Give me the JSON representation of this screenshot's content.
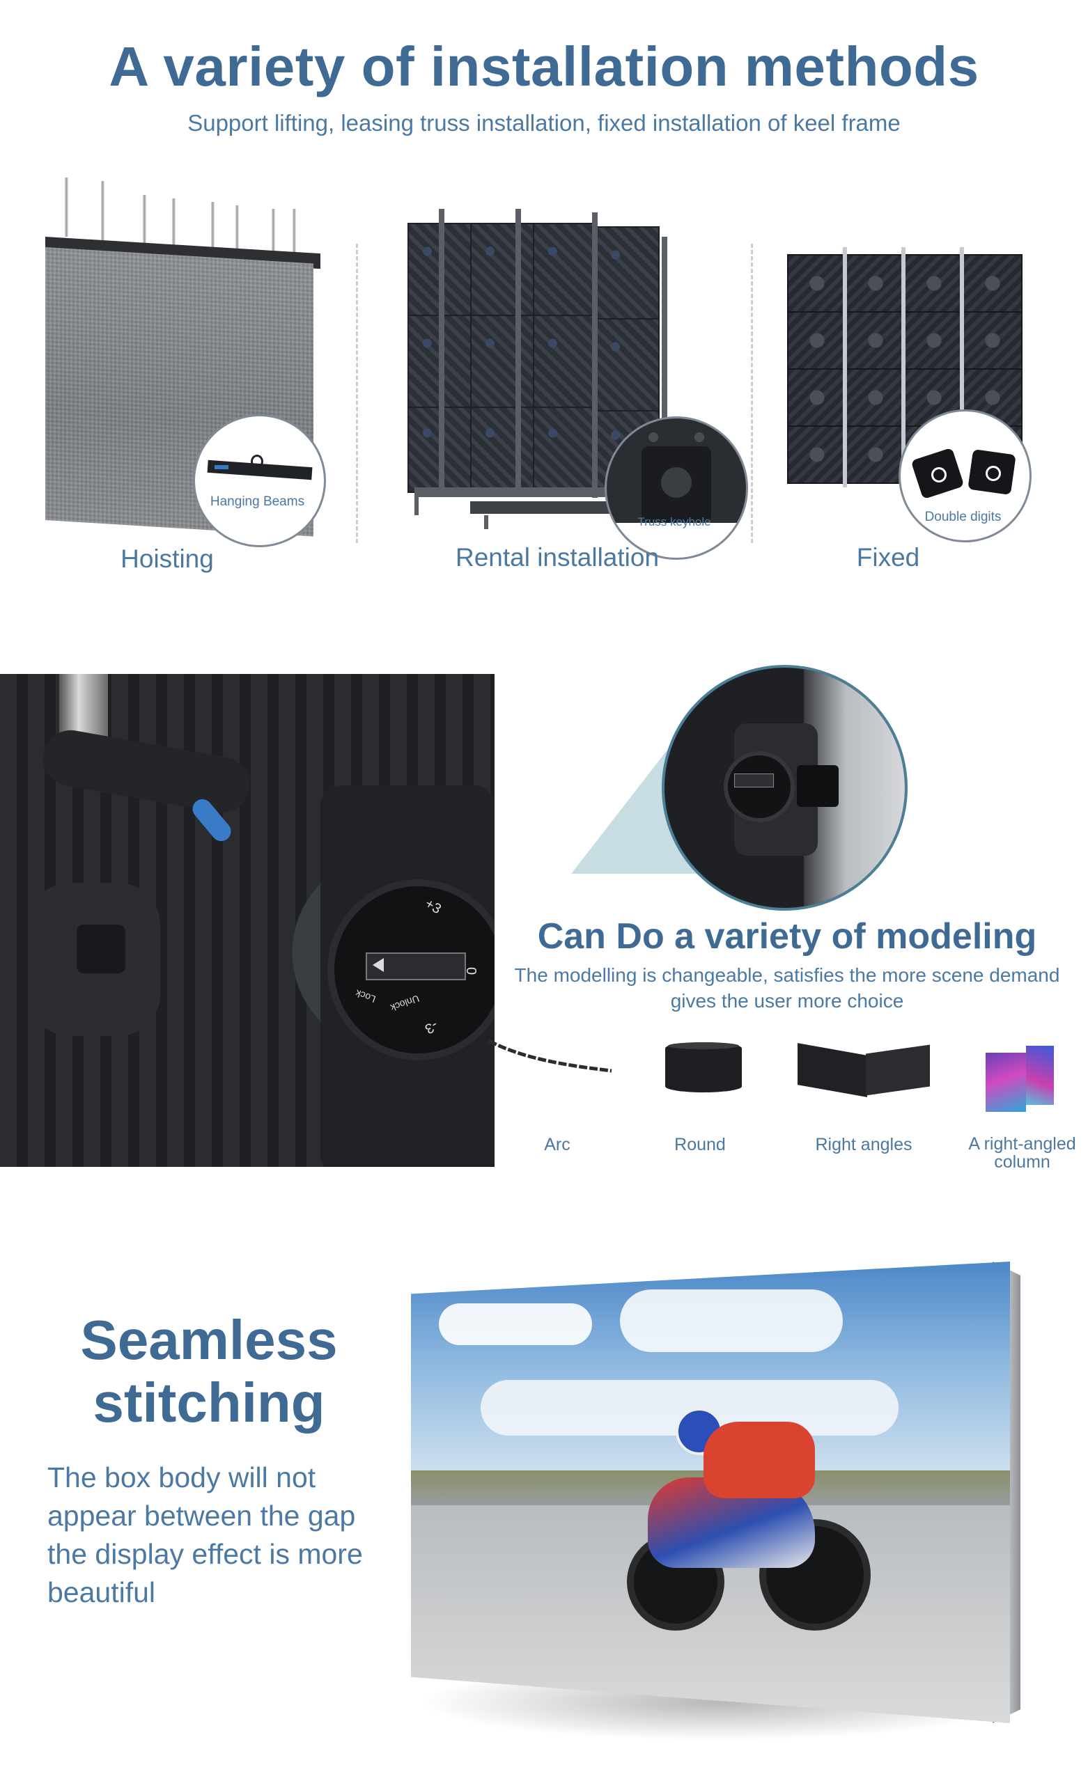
{
  "header": {
    "title": "A variety of installation methods",
    "subtitle": "Support lifting, leasing truss installation, fixed installation of keel frame"
  },
  "installation": [
    {
      "caption": "Hoisting",
      "inset_label": "Hanging Beams"
    },
    {
      "caption": "Rental installation",
      "inset_label": "Truss keyhole"
    },
    {
      "caption": "Fixed",
      "inset_label": "Double digits"
    }
  ],
  "lock": {
    "positive_mark": "+3",
    "zero_mark": "0",
    "negative_mark": "-3",
    "unlock_text": "Unlock",
    "lock_text": "Lock"
  },
  "modeling": {
    "title": "Can Do a variety of modeling",
    "subtitle_line1": "The modelling is changeable, satisfies the more scene demand",
    "subtitle_line2": "gives the user more choice",
    "shapes": [
      {
        "label": "Arc"
      },
      {
        "label": "Round"
      },
      {
        "label": "Right angles"
      },
      {
        "label": "A right-angled column"
      }
    ]
  },
  "seamless": {
    "title_line1": "Seamless",
    "title_line2": "stitching",
    "body_lines": [
      "The box body will not",
      "appear between the gap",
      "the display effect is more",
      "beautiful"
    ]
  },
  "colors": {
    "heading": "#3e6a93",
    "text": "#4b79a3",
    "accent_teal": "#c7dde2"
  }
}
